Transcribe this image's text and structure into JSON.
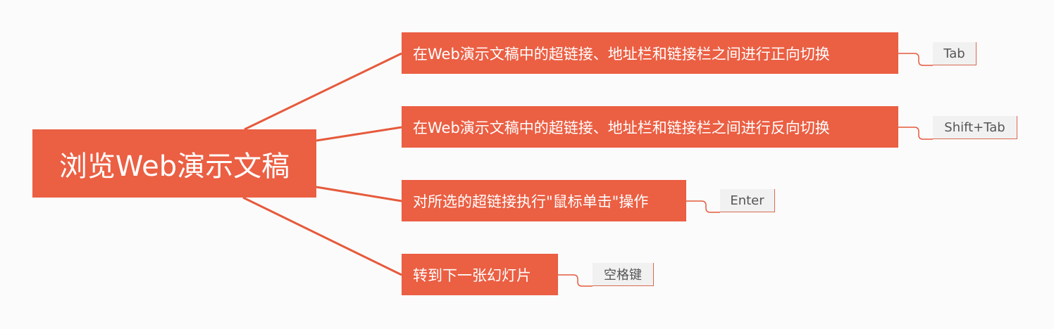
{
  "root": {
    "label": "浏览Web演示文稿"
  },
  "branches": [
    {
      "label": "在Web演示文稿中的超链接、地址栏和链接栏之间进行正向切换",
      "key": "Tab"
    },
    {
      "label": "在Web演示文稿中的超链接、地址栏和链接栏之间进行反向切换",
      "key": "Shift+Tab"
    },
    {
      "label": "对所选的超链接执行\"鼠标单击\"操作",
      "key": "Enter"
    },
    {
      "label": "转到下一张幻灯片",
      "key": "空格键"
    }
  ],
  "colors": {
    "node": "#eb5f43",
    "line": "#e65a3c",
    "key_bg": "#f1f1f1",
    "background": "#fbfbfb"
  }
}
